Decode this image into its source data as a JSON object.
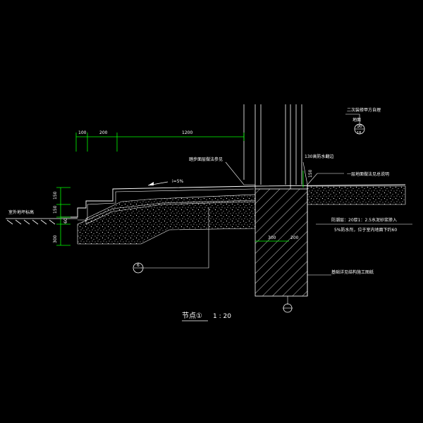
{
  "drawing": {
    "title": "节点①",
    "scale": "1 : 20",
    "colors": {
      "background": "#000000",
      "line": "#ffffff",
      "dimension": "#00ff00",
      "label": "#ffffff",
      "hatch": "#ffffff"
    }
  },
  "dimensions": {
    "top": [
      "100",
      "200",
      "1200"
    ],
    "left": [
      "150",
      "150",
      "60",
      "300"
    ],
    "right_vertical": "150",
    "bottom": [
      "300",
      "200"
    ]
  },
  "labels": {
    "lower_left": "室外地坪标高",
    "slope": "i=5%",
    "stair_note": "踏步面层做法参见",
    "waterproof_130": "130高防水翻边",
    "first_floor": "一层地面做法见总说明",
    "second_finish": "二次装修甲方自理",
    "detail_ref": "地面",
    "waterproof_note": "防潮层：20厚1：2.5水泥砂浆掺入",
    "waterproof_note2": "5%防水剂，位于室内地面下约60",
    "foundation": "基础详见结构施工图纸",
    "circle_left": "6",
    "circle_top": "10",
    "circle_top_sub": "18",
    "circle_bottom": ""
  }
}
